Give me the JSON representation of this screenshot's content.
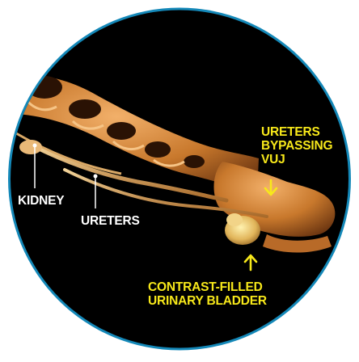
{
  "image": {
    "subject": "3D CT volume rendering",
    "colors": {
      "ring": "#1488b8",
      "background": "#000000",
      "bone": "#c8782c",
      "label_white": "#ffffff",
      "label_yellow": "#f7e81a"
    }
  },
  "labels": {
    "kidney": "KIDNEY",
    "ureters": "URETERS",
    "ureters_bypassing_vuj": [
      "URETERS",
      "BYPASSING",
      "VUJ"
    ],
    "bladder": [
      "CONTRAST-FILLED",
      "URINARY BLADDER"
    ]
  }
}
